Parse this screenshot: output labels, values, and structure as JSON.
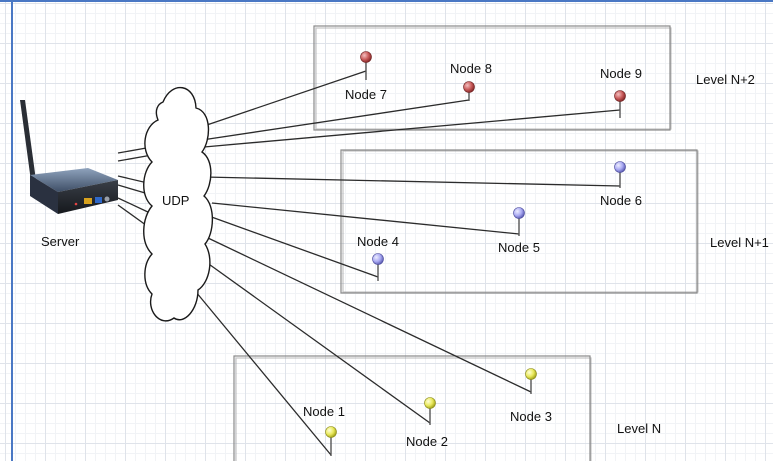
{
  "server": {
    "label": "Server"
  },
  "cloud": {
    "label": "UDP"
  },
  "levels": [
    {
      "name": "Level N+2",
      "color": "#c85a5a"
    },
    {
      "name": "Level N+1",
      "color": "#a9a9f2"
    },
    {
      "name": "Level N",
      "color": "#e8e85a"
    }
  ],
  "nodes": [
    {
      "label": "Node 1",
      "level": 2
    },
    {
      "label": "Node 2",
      "level": 2
    },
    {
      "label": "Node 3",
      "level": 2
    },
    {
      "label": "Node 4",
      "level": 1
    },
    {
      "label": "Node 5",
      "level": 1
    },
    {
      "label": "Node 6",
      "level": 1
    },
    {
      "label": "Node 7",
      "level": 0
    },
    {
      "label": "Node 8",
      "level": 0
    },
    {
      "label": "Node 9",
      "level": 0
    }
  ]
}
